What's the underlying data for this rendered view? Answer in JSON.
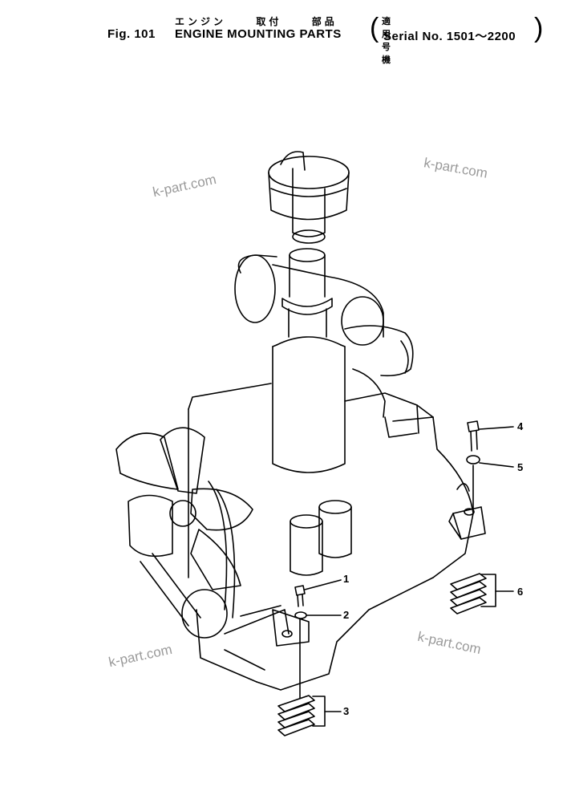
{
  "header": {
    "jp_words": [
      "エンジン",
      "取付",
      "部品",
      "適用号機"
    ],
    "fig_number": "Fig. 101",
    "title": "ENGINE MOUNTING PARTS",
    "serial": "Serial No. 1501～2200"
  },
  "watermark": "k-part.com",
  "callouts": [
    "1",
    "2",
    "3",
    "4",
    "5",
    "6"
  ]
}
